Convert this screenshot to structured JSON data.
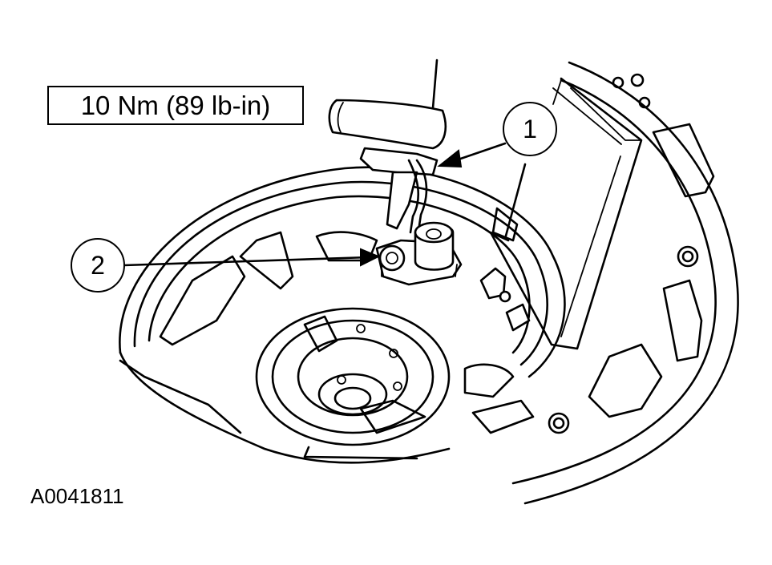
{
  "diagram": {
    "torque_spec": "10 Nm (89 lb-in)",
    "callouts": [
      {
        "number": "1"
      },
      {
        "number": "2"
      }
    ],
    "figure_id": "A0041811"
  }
}
